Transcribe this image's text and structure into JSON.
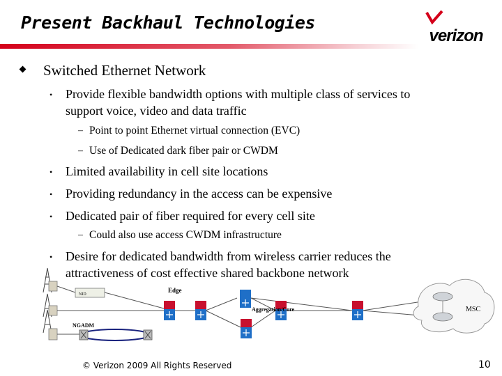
{
  "title": "Present Backhaul Technologies",
  "logo": {
    "text": "verizon",
    "accent_color": "#d4001a"
  },
  "main": {
    "heading": "Switched Ethernet Network",
    "bullets": [
      {
        "line1": "Provide flexible bandwidth options with multiple class of services to",
        "line2": "support voice, video and data traffic"
      },
      {
        "line1": "Limited availability in cell site locations"
      },
      {
        "line1": "Providing redundancy in the access can be expensive"
      },
      {
        "line1": "Dedicated pair of fiber required for every cell site"
      },
      {
        "line1": "Desire for dedicated bandwidth from wireless carrier reduces the",
        "line2": "attractiveness of cost effective shared backbone network"
      }
    ],
    "sub_bullets": [
      "Point to point Ethernet virtual connection (EVC)",
      "Use of Dedicated dark fiber pair or CWDM",
      "Could also use access CWDM infrastructure"
    ]
  },
  "diagram": {
    "labels": {
      "nid": "NID",
      "edge": "Edge",
      "aggregation": "Aggregation/Core",
      "msc": "MSC",
      "ngadm": "NGADM"
    },
    "colors": {
      "switch_red": "#c8102e",
      "switch_blue": "#1f6fc7",
      "ring": "#1a237e"
    }
  },
  "footer": {
    "copyright": "© Verizon 2009 All Rights Reserved",
    "page": "10"
  }
}
